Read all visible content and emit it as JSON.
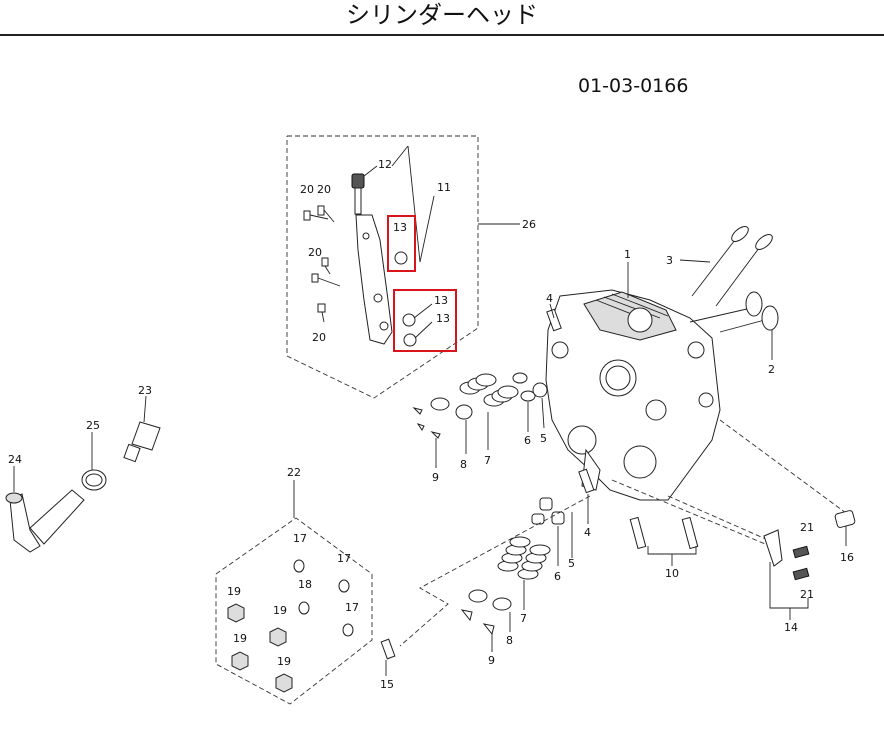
{
  "title": "シリンダーヘッド",
  "diagram_code": "01-03-0166",
  "highlight_color": "#d9141b",
  "callouts": [
    {
      "id": "c1",
      "label": "1"
    },
    {
      "id": "c2",
      "label": "2"
    },
    {
      "id": "c3",
      "label": "3"
    },
    {
      "id": "c4a",
      "label": "4"
    },
    {
      "id": "c4b",
      "label": "4"
    },
    {
      "id": "c5a",
      "label": "5"
    },
    {
      "id": "c5b",
      "label": "5"
    },
    {
      "id": "c6a",
      "label": "6"
    },
    {
      "id": "c6b",
      "label": "6"
    },
    {
      "id": "c7a",
      "label": "7"
    },
    {
      "id": "c7b",
      "label": "7"
    },
    {
      "id": "c8a",
      "label": "8"
    },
    {
      "id": "c8b",
      "label": "8"
    },
    {
      "id": "c9a",
      "label": "9"
    },
    {
      "id": "c9b",
      "label": "9"
    },
    {
      "id": "c10",
      "label": "10"
    },
    {
      "id": "c11",
      "label": "11"
    },
    {
      "id": "c12",
      "label": "12"
    },
    {
      "id": "c13a",
      "label": "13"
    },
    {
      "id": "c13b",
      "label": "13"
    },
    {
      "id": "c13c",
      "label": "13"
    },
    {
      "id": "c14",
      "label": "14"
    },
    {
      "id": "c15",
      "label": "15"
    },
    {
      "id": "c16",
      "label": "16"
    },
    {
      "id": "c17a",
      "label": "17"
    },
    {
      "id": "c17b",
      "label": "17"
    },
    {
      "id": "c17c",
      "label": "17"
    },
    {
      "id": "c18",
      "label": "18"
    },
    {
      "id": "c19a",
      "label": "19"
    },
    {
      "id": "c19b",
      "label": "19"
    },
    {
      "id": "c19c",
      "label": "19"
    },
    {
      "id": "c19d",
      "label": "19"
    },
    {
      "id": "c20a",
      "label": "20"
    },
    {
      "id": "c20b",
      "label": "20"
    },
    {
      "id": "c20c",
      "label": "20"
    },
    {
      "id": "c20d",
      "label": "20"
    },
    {
      "id": "c21a",
      "label": "21"
    },
    {
      "id": "c21b",
      "label": "21"
    },
    {
      "id": "c22",
      "label": "22"
    },
    {
      "id": "c23",
      "label": "23"
    },
    {
      "id": "c24",
      "label": "24"
    },
    {
      "id": "c25",
      "label": "25"
    },
    {
      "id": "c26",
      "label": "26"
    }
  ]
}
